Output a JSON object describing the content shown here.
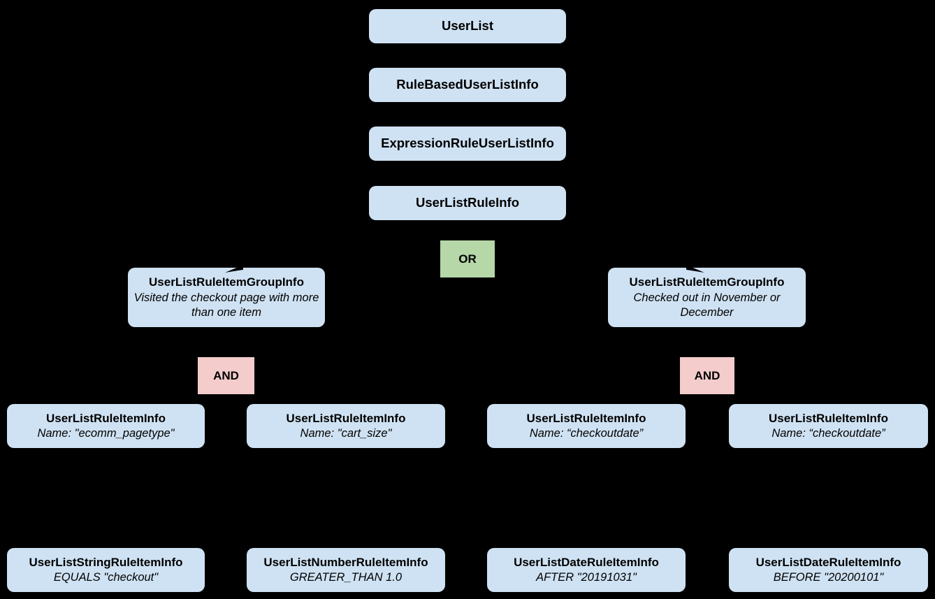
{
  "diagram": {
    "kind": "user-list-rule-hierarchy",
    "colors": {
      "background": "#000000",
      "node_fill": "#cfe2f3",
      "or_fill": "#b6d7a8",
      "and_fill": "#f4cccc",
      "text": "#000000"
    },
    "chain": [
      {
        "label": "UserList"
      },
      {
        "label": "RuleBasedUserListInfo"
      },
      {
        "label": "ExpressionRuleUserListInfo"
      },
      {
        "label": "UserListRuleInfo"
      }
    ],
    "or_operator": {
      "label": "OR"
    },
    "groups": [
      {
        "title": "UserListRuleItemGroupInfo",
        "description": "Visited the checkout page with more than one item"
      },
      {
        "title": "UserListRuleItemGroupInfo",
        "description": "Checked out in November or December"
      }
    ],
    "and_operators": [
      {
        "label": "AND"
      },
      {
        "label": "AND"
      }
    ],
    "rule_items": [
      {
        "title": "UserListRuleItemInfo",
        "subtitle": "Name: \"ecomm_pagetype\""
      },
      {
        "title": "UserListRuleItemInfo",
        "subtitle": "Name: \"cart_size\""
      },
      {
        "title": "UserListRuleItemInfo",
        "subtitle": "Name: “checkoutdate”"
      },
      {
        "title": "UserListRuleItemInfo",
        "subtitle": "Name: “checkoutdate”"
      }
    ],
    "operands": [
      {
        "title": "UserListStringRuleItemInfo",
        "subtitle": "EQUALS \"checkout\""
      },
      {
        "title": "UserListNumberRuleItemInfo",
        "subtitle": "GREATER_THAN 1.0"
      },
      {
        "title": "UserListDateRuleItemInfo",
        "subtitle": "AFTER \"20191031\""
      },
      {
        "title": "UserListDateRuleItemInfo",
        "subtitle": "BEFORE \"20200101\""
      }
    ]
  }
}
